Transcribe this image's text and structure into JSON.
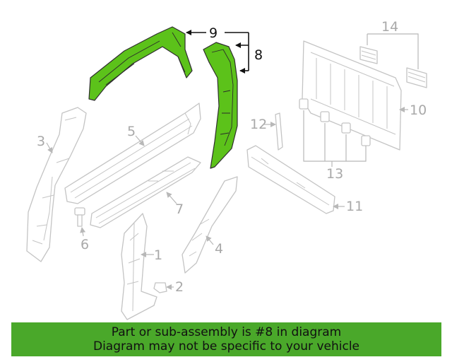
{
  "callouts": {
    "c1": "1",
    "c2": "2",
    "c3": "3",
    "c4": "4",
    "c5": "5",
    "c6": "6",
    "c7": "7",
    "c8": "8",
    "c9": "9",
    "c10": "10",
    "c11": "11",
    "c12": "12",
    "c13": "13",
    "c14": "14"
  },
  "highlight_color": "#5cc21a",
  "banner_color": "#4aa82a",
  "banner": {
    "line1": "Part or sub-assembly is #8 in diagram",
    "line2": "Diagram may not be specific to your vehicle"
  }
}
